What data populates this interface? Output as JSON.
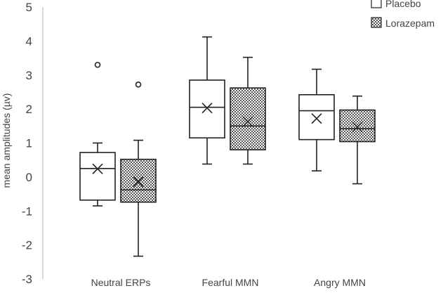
{
  "chart_data": {
    "type": "box",
    "ylabel": "mean amplitudes (µv)",
    "ylim": [
      -3,
      5
    ],
    "yticks": [
      "-3",
      "-2",
      "-1",
      "0",
      "1",
      "2",
      "3",
      "4",
      "5"
    ],
    "grid": false,
    "legend_position": "top-right",
    "categories": [
      "Neutral ERPs",
      "Fearful MMN",
      "Angry MMN"
    ],
    "series": [
      {
        "name": "Placebo",
        "pattern": "none",
        "boxes": [
          {
            "min": -0.85,
            "q1": -0.68,
            "median": 0.25,
            "q3": 0.72,
            "max": 1.0,
            "mean": 0.24,
            "outliers": [
              3.3
            ]
          },
          {
            "min": 0.38,
            "q1": 1.15,
            "median": 2.05,
            "q3": 2.85,
            "max": 4.12,
            "mean": 2.03,
            "outliers": []
          },
          {
            "min": 0.18,
            "q1": 1.1,
            "median": 1.95,
            "q3": 2.42,
            "max": 3.17,
            "mean": 1.72,
            "outliers": []
          }
        ]
      },
      {
        "name": "Lorazepam",
        "pattern": "checkered",
        "boxes": [
          {
            "min": -2.33,
            "q1": -0.74,
            "median": -0.38,
            "q3": 0.52,
            "max": 1.08,
            "mean": -0.14,
            "outliers": [
              2.72
            ]
          },
          {
            "min": 0.38,
            "q1": 0.8,
            "median": 1.5,
            "q3": 2.62,
            "max": 3.52,
            "mean": 1.63,
            "outliers": []
          },
          {
            "min": -0.2,
            "q1": 1.04,
            "median": 1.42,
            "q3": 1.97,
            "max": 2.38,
            "mean": 1.47,
            "outliers": []
          }
        ]
      }
    ]
  },
  "colors": {
    "stroke": "#222222",
    "axis": "#b0b0b0",
    "text": "#444444",
    "fill": "#ffffff"
  }
}
